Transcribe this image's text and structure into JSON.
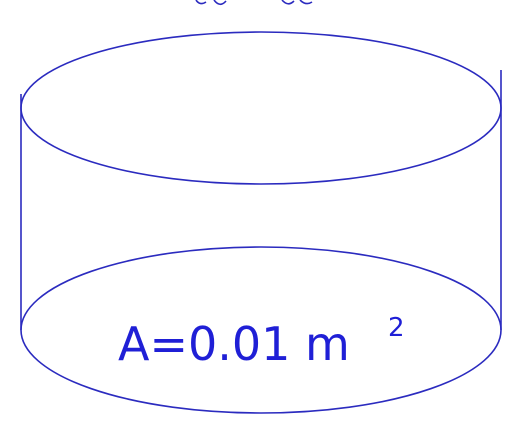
{
  "diagram": {
    "shape": "cylinder",
    "stroke_color": "#2b2bbf",
    "label_color": "#1f1fd6",
    "area_label": {
      "text": "A=0.01 m",
      "superscript": "2"
    }
  }
}
